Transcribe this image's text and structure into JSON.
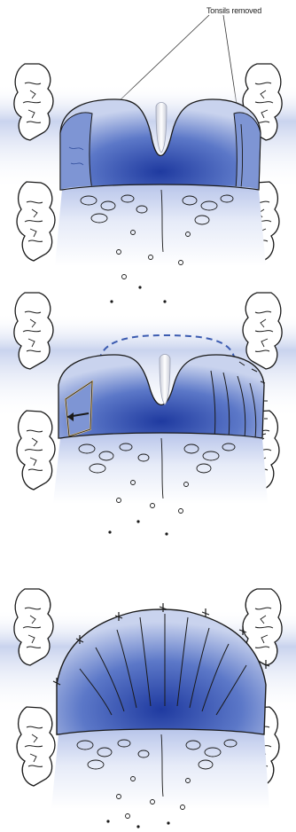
{
  "figure": {
    "annotation": "Tonsils removed",
    "panels": [
      {
        "stage": 1,
        "content": "tonsils-removed"
      },
      {
        "stage": 2,
        "content": "mucosal-flap-advanced"
      },
      {
        "stage": 3,
        "content": "closure-sutured"
      }
    ],
    "colors": {
      "outline": "#1a1a1a",
      "palate_dark": "#1f3aa0",
      "palate_mid": "#5c78c8",
      "palate_light": "#dfe6f6",
      "band": "#c9d3ee",
      "flap_dash": "#3b5bb0",
      "uvula": "#f2f2f6",
      "highlight": "#e8c98a"
    }
  }
}
